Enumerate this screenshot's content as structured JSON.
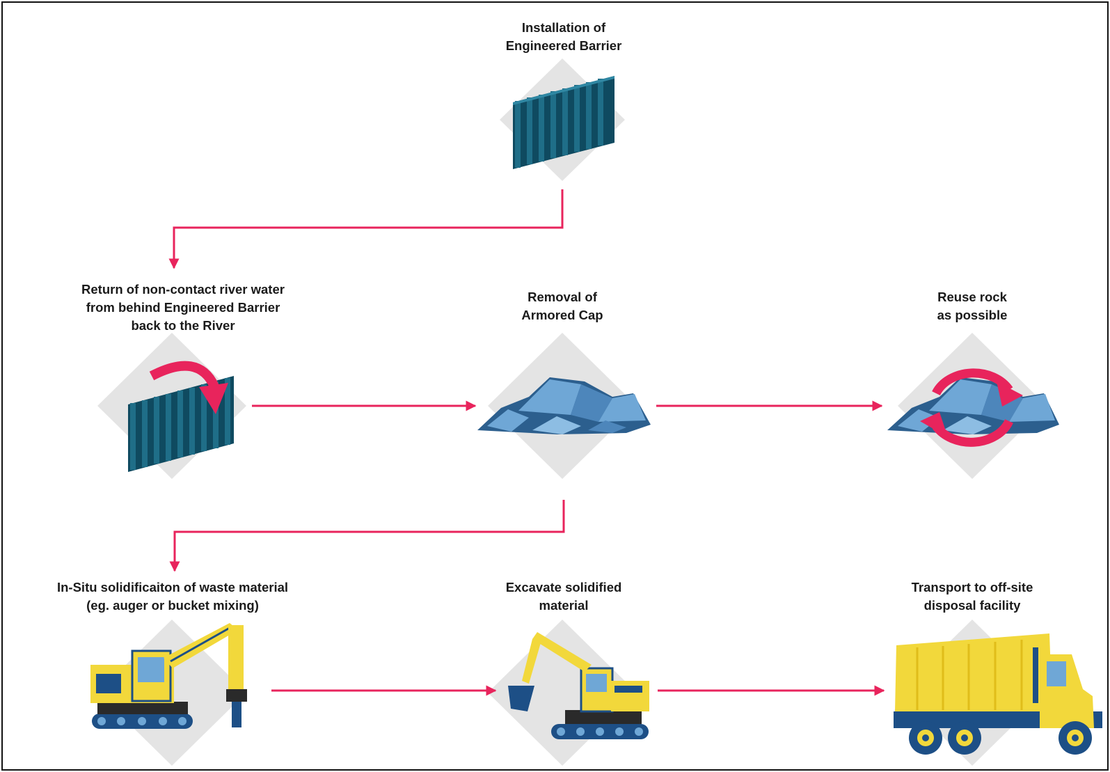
{
  "steps": {
    "barrier": {
      "line1": "Installation of",
      "line2": "Engineered Barrier",
      "icon": "sheet-pile-barrier-icon"
    },
    "return_water": {
      "line1": "Return of non-contact river water",
      "line2": "from behind Engineered Barrier",
      "line3": "back to the River",
      "icon": "barrier-with-return-arrow-icon"
    },
    "removal": {
      "line1": "Removal of",
      "line2": "Armored Cap",
      "icon": "rock-pile-icon"
    },
    "reuse": {
      "line1": "Reuse rock",
      "line2": "as possible",
      "icon": "rock-recycle-icon"
    },
    "solidification": {
      "line1": "In-Situ solidificaiton of waste material",
      "line2": "(eg. auger or bucket mixing)",
      "icon": "auger-rig-icon"
    },
    "excavate": {
      "line1": "Excavate solidified",
      "line2": "material",
      "icon": "excavator-icon"
    },
    "transport": {
      "line1": "Transport to off-site",
      "line2": "disposal facility",
      "icon": "dump-truck-icon"
    }
  },
  "colors": {
    "arrow": "#e8245c",
    "diamond": "#e4e4e4",
    "barrier_dark": "#0f4a60",
    "barrier_mid": "#1f6e88",
    "rock_light": "#6fa7d6",
    "rock_dark": "#2c5f8e",
    "machine_yellow": "#f2d83b",
    "machine_blue": "#1d4f86"
  }
}
